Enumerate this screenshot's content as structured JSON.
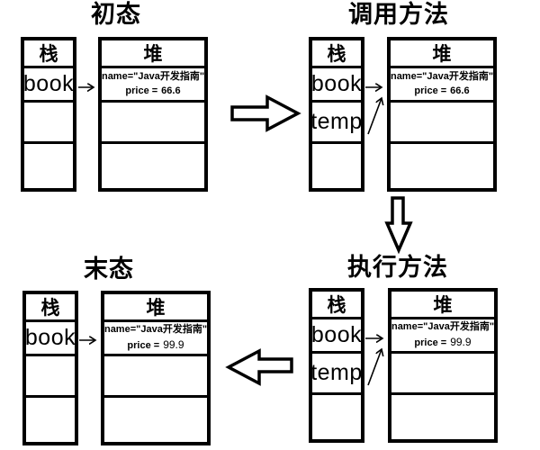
{
  "diagram": {
    "background_color": "#ffffff",
    "line_color": "#000000",
    "panels": [
      {
        "id": "initial-state",
        "title": "初态",
        "stack": {
          "header": "栈",
          "cells": [
            "book",
            "",
            ""
          ]
        },
        "heap": {
          "header": "堆",
          "object": {
            "name_line": "name=\"Java开发指南\"",
            "price_label": "price =",
            "price_value": "66.6"
          }
        }
      },
      {
        "id": "call-method",
        "title": "调用方法",
        "stack": {
          "header": "栈",
          "cells": [
            "book",
            "temp",
            ""
          ]
        },
        "heap": {
          "header": "堆",
          "object": {
            "name_line": "name=\"Java开发指南\"",
            "price_label": "price =",
            "price_value": "66.6"
          }
        }
      },
      {
        "id": "execute-method",
        "title": "执行方法",
        "stack": {
          "header": "栈",
          "cells": [
            "book",
            "temp",
            ""
          ]
        },
        "heap": {
          "header": "堆",
          "object": {
            "name_line": "name=\"Java开发指南\"",
            "price_label": "price =",
            "price_value": "99.9"
          }
        }
      },
      {
        "id": "final-state",
        "title": "末态",
        "stack": {
          "header": "栈",
          "cells": [
            "book",
            "",
            ""
          ]
        },
        "heap": {
          "header": "堆",
          "object": {
            "name_line": "name=\"Java开发指南\"",
            "price_label": "price =",
            "price_value": "99.9"
          }
        }
      }
    ]
  }
}
